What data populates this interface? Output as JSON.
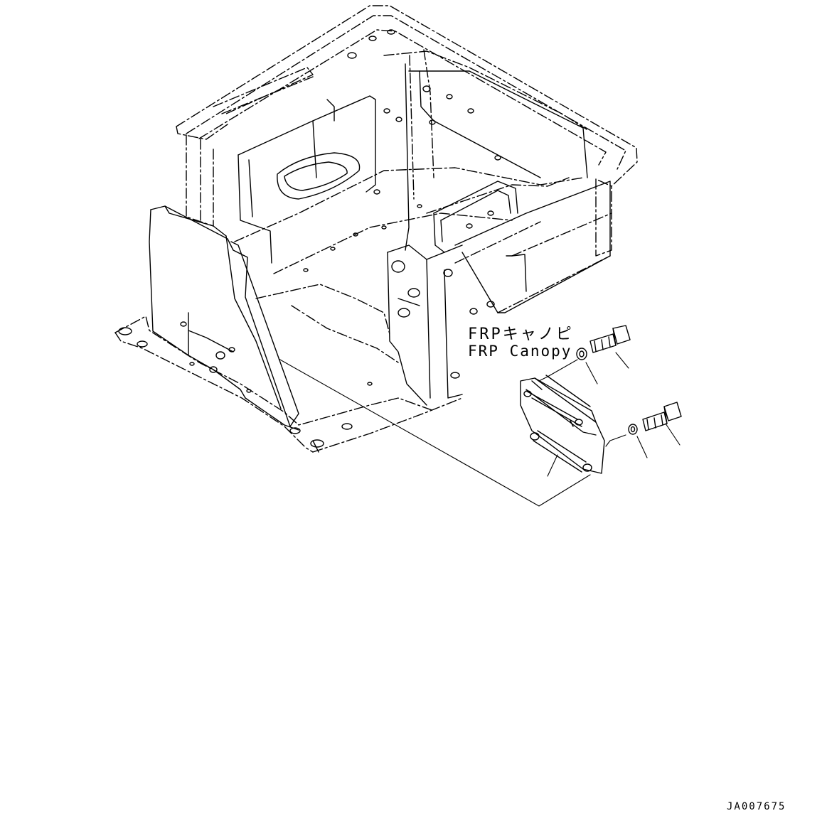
{
  "labels": {
    "jp": "FRPキャノピ",
    "en": "FRP Canopy",
    "drawing_code": "JA007675"
  },
  "colors": {
    "line": "#000000",
    "background": "#ffffff"
  }
}
